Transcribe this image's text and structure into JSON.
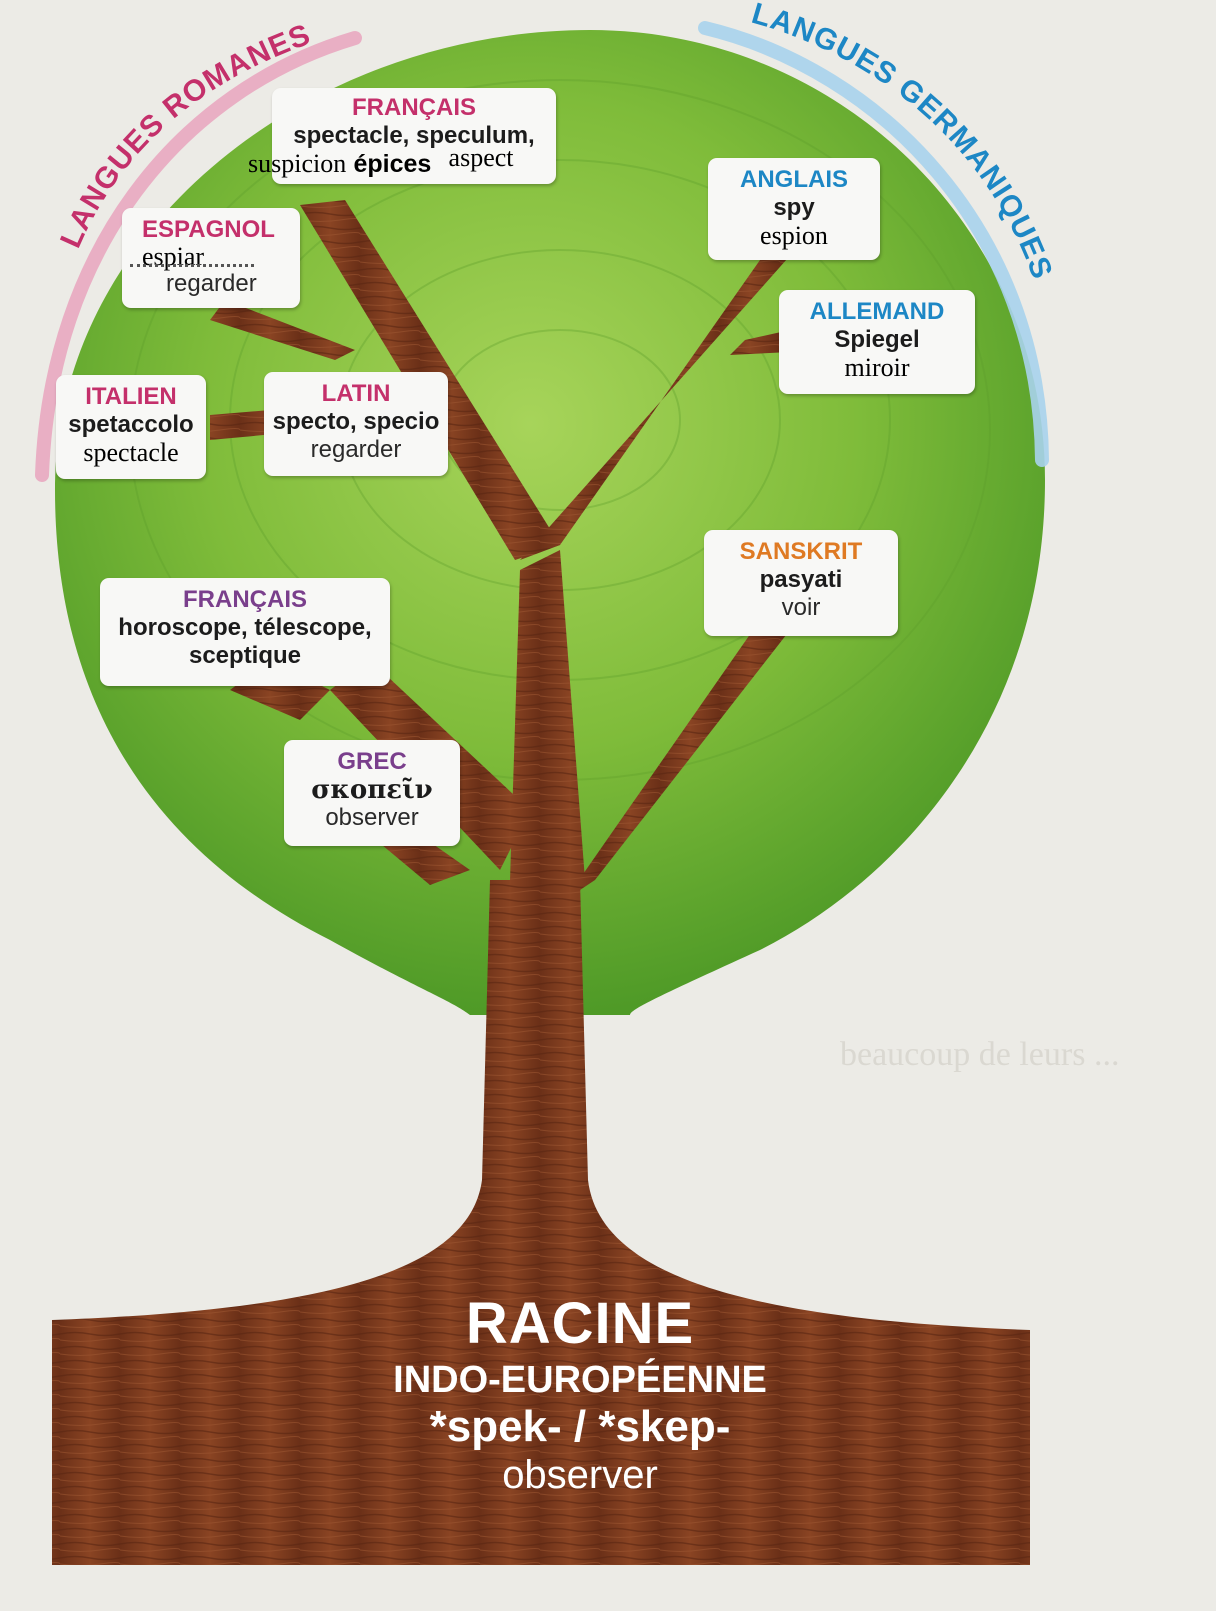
{
  "groups": {
    "romance": "LANGUES ROMANES",
    "germanic": "LANGUES GERMANIQUES"
  },
  "colors": {
    "romance": "#c4306b",
    "germanic": "#1d87c5",
    "sanskrit": "#df7a23",
    "grec": "#7a3f8c",
    "canopy": "#7fbc3a",
    "trunk": "#7a3a1c"
  },
  "nodes": {
    "francais_top": {
      "language": "FRANÇAIS",
      "words": "spectacle, speculum,",
      "extra1": "suspicion",
      "extra2": "épices",
      "extra3": "aspect"
    },
    "espagnol": {
      "language": "ESPAGNOL",
      "word": "espiar",
      "meaning": "regarder"
    },
    "italien": {
      "language": "ITALIEN",
      "word": "spetaccolo",
      "meaning": "spectacle"
    },
    "latin": {
      "language": "LATIN",
      "word": "specto, specio",
      "meaning": "regarder"
    },
    "anglais": {
      "language": "ANGLAIS",
      "word": "spy",
      "meaning": "espion"
    },
    "allemand": {
      "language": "ALLEMAND",
      "word": "Spiegel",
      "meaning": "miroir"
    },
    "sanskrit": {
      "language": "SANSKRIT",
      "word": "pasyati",
      "meaning": "voir"
    },
    "francais_bottom": {
      "language": "FRANÇAIS",
      "line1": "horoscope, télescope,",
      "line2": "sceptique"
    },
    "grec": {
      "language": "GREC",
      "word": "σκοπεῖν",
      "meaning": "observer"
    }
  },
  "root": {
    "title": "RACINE",
    "subtitle": "INDO-EUROPÉENNE",
    "form": "*spek- / *skep-",
    "meaning": "observer"
  }
}
